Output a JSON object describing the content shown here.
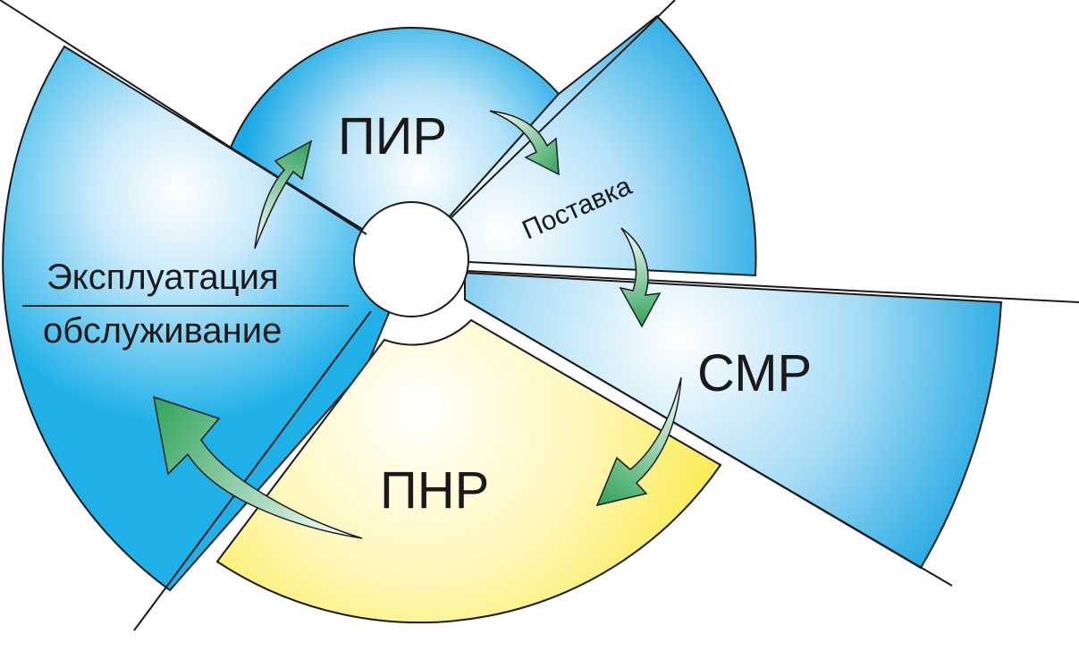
{
  "diagram": {
    "stages": {
      "pir": "ПИР",
      "supply": "Поставка",
      "smr": "СМР",
      "pnr": "ПНР",
      "operation": "Эксплуатация",
      "maintenance": "обслуживание"
    },
    "colors": {
      "blue_light": "#e4f4fd",
      "blue_mid": "#7fd0f2",
      "blue_deep": "#19a9e4",
      "yellow_light": "#fffbe6",
      "yellow_deep": "#f8ea4a",
      "arrow_green": "#2fa35a",
      "arrow_light": "#ffffff",
      "outline": "#1a1a1a"
    }
  }
}
